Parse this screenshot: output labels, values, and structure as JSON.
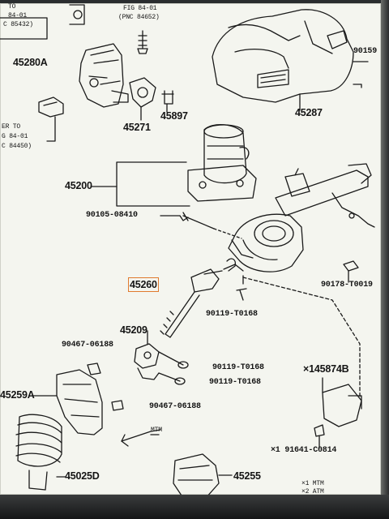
{
  "labels": {
    "top_left_1": "TO",
    "top_left_2": "84-01",
    "top_left_3": "C 85432)",
    "top_mid_1": "FIG 84-01",
    "top_mid_2": "(PNC 84652)",
    "p45280a": "45280A",
    "p45287": "45287",
    "p90159": "90159",
    "p45271": "45271",
    "p45897": "45897",
    "left_ref_1": "ER TO",
    "left_ref_2": "G 84-01",
    "left_ref_3": "C 84450)",
    "p45200": "45200",
    "p90105": "90105-08410",
    "p90178": "90178-T0019",
    "p45260": "45260",
    "p90119a": "90119-T0168",
    "p45209": "45209",
    "p90467a": "90467-06188",
    "p90119b": "90119-T0168",
    "p90119c": "90119-T0168",
    "p45874b": "×145874B",
    "p45259a": "45259A",
    "p90467b": "90467-06188",
    "mtm": "MTM",
    "p91641": "×1 91641-C0814",
    "p45025d": "45025D",
    "p45255": "45255",
    "legend_1": "×1 MTM",
    "legend_2": "×2 ATM"
  },
  "colors": {
    "ink": "#151515",
    "highlight": "#e07a2e",
    "paper": "#f4f5ef"
  }
}
